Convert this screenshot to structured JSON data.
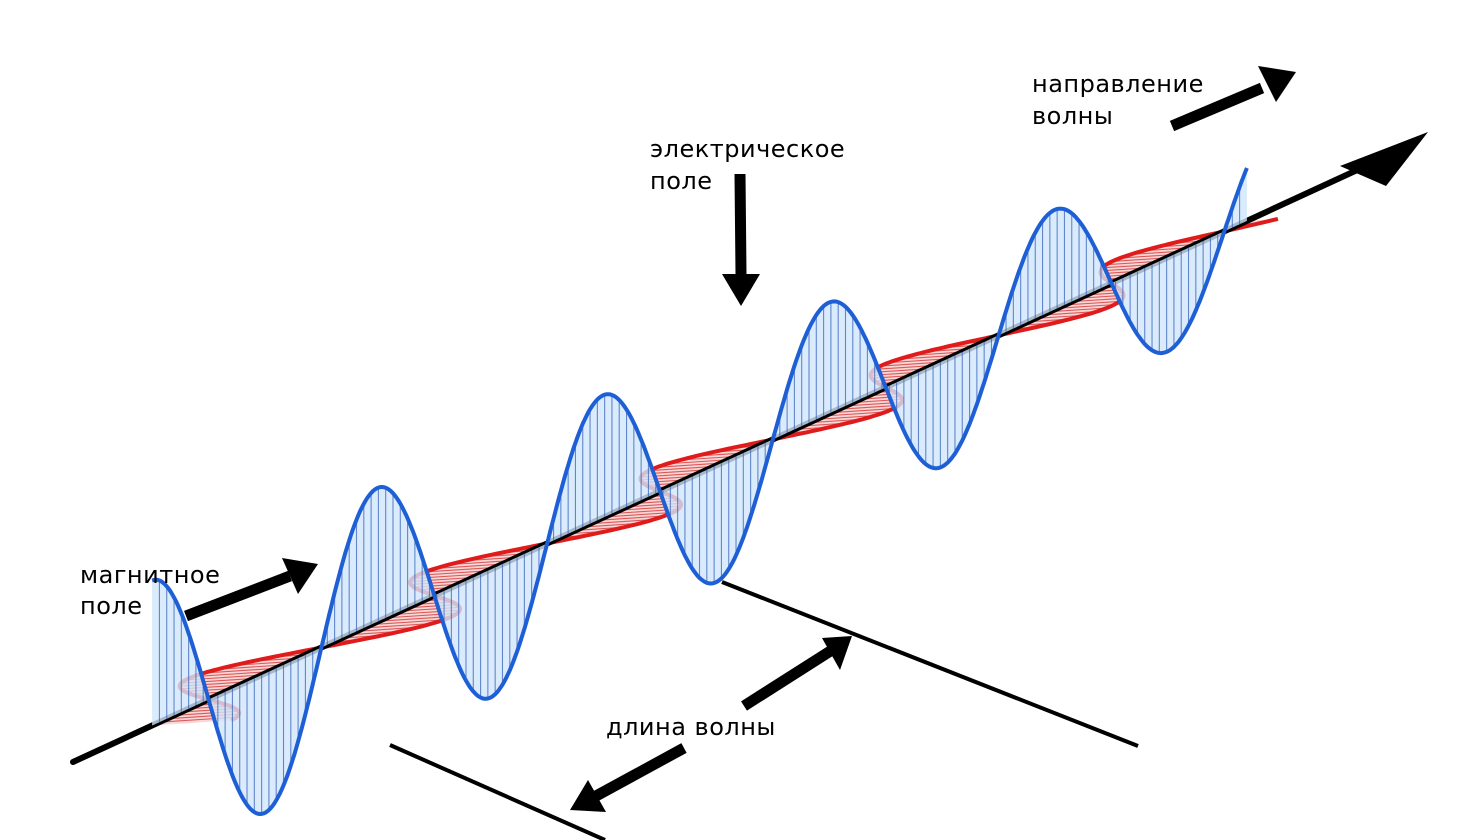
{
  "labels": {
    "wave_direction_line1": "направление",
    "wave_direction_line2": "волны",
    "electric_field_line1": "электрическое",
    "electric_field_line2": "поле",
    "magnetic_field_line1": "магнитное",
    "magnetic_field_line2": "поле",
    "wavelength": "длина волны"
  },
  "colors": {
    "electric_stroke": "#1f5fd6",
    "electric_fill": "#cfe6fb",
    "electric_hatch": "#3a64b8",
    "magnetic_stroke": "#e01b1b",
    "magnetic_fill": "#f9cfcf",
    "magnetic_hatch": "#d23a3a",
    "axis": "#000000"
  }
}
